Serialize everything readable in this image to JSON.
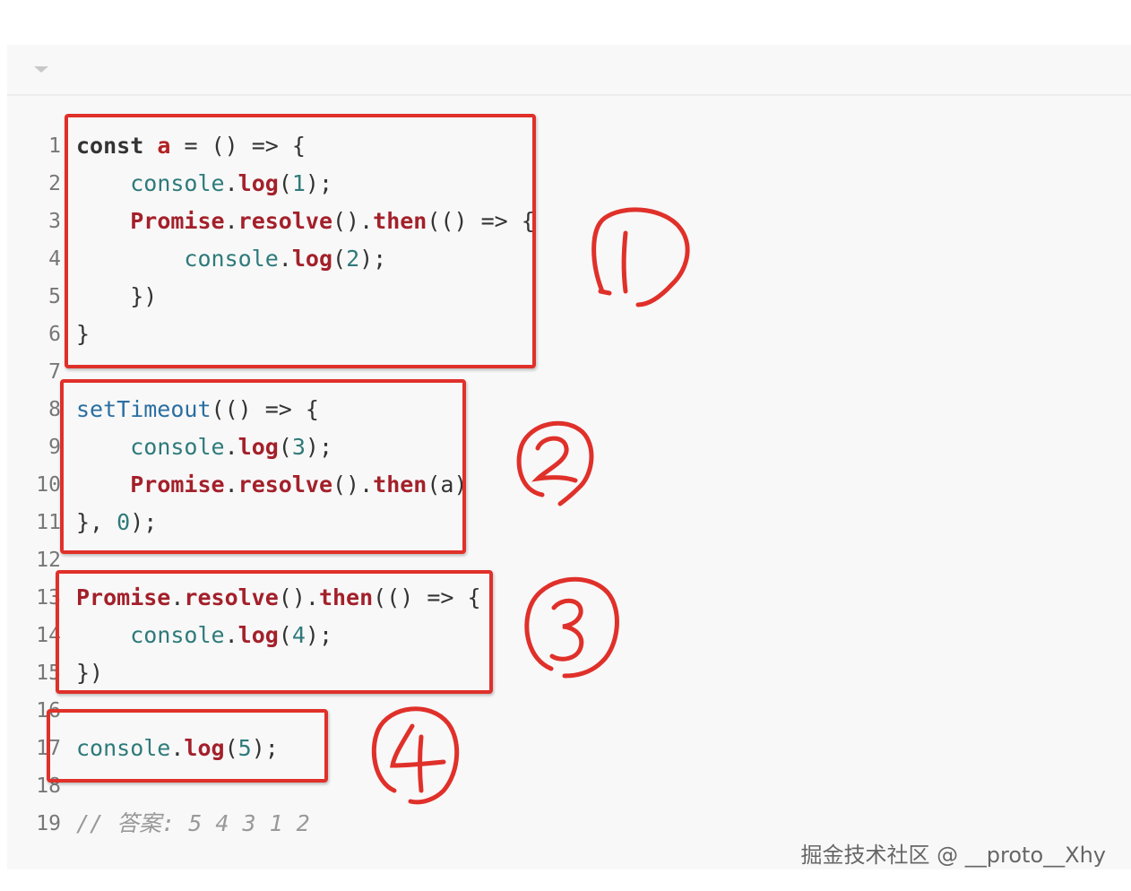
{
  "code_lines": [
    {
      "n": "1",
      "tokens": [
        {
          "t": "const",
          "c": "kw"
        },
        {
          "t": " ",
          "c": ""
        },
        {
          "t": "a",
          "c": "var"
        },
        {
          "t": " = () => {",
          "c": ""
        }
      ]
    },
    {
      "n": "2",
      "tokens": [
        {
          "t": "    ",
          "c": ""
        },
        {
          "t": "console",
          "c": "obj"
        },
        {
          "t": ".",
          "c": ""
        },
        {
          "t": "log",
          "c": "meth"
        },
        {
          "t": "(",
          "c": ""
        },
        {
          "t": "1",
          "c": "num"
        },
        {
          "t": ");",
          "c": ""
        }
      ]
    },
    {
      "n": "3",
      "tokens": [
        {
          "t": "    ",
          "c": ""
        },
        {
          "t": "Promise",
          "c": "meth"
        },
        {
          "t": ".",
          "c": ""
        },
        {
          "t": "resolve",
          "c": "meth"
        },
        {
          "t": "().",
          "c": ""
        },
        {
          "t": "then",
          "c": "meth"
        },
        {
          "t": "(() => {",
          "c": ""
        }
      ]
    },
    {
      "n": "4",
      "tokens": [
        {
          "t": "        ",
          "c": ""
        },
        {
          "t": "console",
          "c": "obj"
        },
        {
          "t": ".",
          "c": ""
        },
        {
          "t": "log",
          "c": "meth"
        },
        {
          "t": "(",
          "c": ""
        },
        {
          "t": "2",
          "c": "num"
        },
        {
          "t": ");",
          "c": ""
        }
      ]
    },
    {
      "n": "5",
      "tokens": [
        {
          "t": "    })",
          "c": ""
        }
      ]
    },
    {
      "n": "6",
      "tokens": [
        {
          "t": "}",
          "c": ""
        }
      ]
    },
    {
      "n": "7",
      "tokens": []
    },
    {
      "n": "8",
      "tokens": [
        {
          "t": "setTimeout",
          "c": "fn"
        },
        {
          "t": "(() => {",
          "c": ""
        }
      ]
    },
    {
      "n": "9",
      "tokens": [
        {
          "t": "    ",
          "c": ""
        },
        {
          "t": "console",
          "c": "obj"
        },
        {
          "t": ".",
          "c": ""
        },
        {
          "t": "log",
          "c": "meth"
        },
        {
          "t": "(",
          "c": ""
        },
        {
          "t": "3",
          "c": "num"
        },
        {
          "t": ");",
          "c": ""
        }
      ]
    },
    {
      "n": "10",
      "tokens": [
        {
          "t": "    ",
          "c": ""
        },
        {
          "t": "Promise",
          "c": "meth"
        },
        {
          "t": ".",
          "c": ""
        },
        {
          "t": "resolve",
          "c": "meth"
        },
        {
          "t": "().",
          "c": ""
        },
        {
          "t": "then",
          "c": "meth"
        },
        {
          "t": "(a)",
          "c": ""
        }
      ]
    },
    {
      "n": "11",
      "tokens": [
        {
          "t": "}, ",
          "c": ""
        },
        {
          "t": "0",
          "c": "num"
        },
        {
          "t": ");",
          "c": ""
        }
      ]
    },
    {
      "n": "12",
      "tokens": []
    },
    {
      "n": "13",
      "tokens": [
        {
          "t": "Promise",
          "c": "meth"
        },
        {
          "t": ".",
          "c": ""
        },
        {
          "t": "resolve",
          "c": "meth"
        },
        {
          "t": "().",
          "c": ""
        },
        {
          "t": "then",
          "c": "meth"
        },
        {
          "t": "(() => {",
          "c": ""
        }
      ]
    },
    {
      "n": "14",
      "tokens": [
        {
          "t": "    ",
          "c": ""
        },
        {
          "t": "console",
          "c": "obj"
        },
        {
          "t": ".",
          "c": ""
        },
        {
          "t": "log",
          "c": "meth"
        },
        {
          "t": "(",
          "c": ""
        },
        {
          "t": "4",
          "c": "num"
        },
        {
          "t": ");",
          "c": ""
        }
      ]
    },
    {
      "n": "15",
      "tokens": [
        {
          "t": "})",
          "c": ""
        }
      ]
    },
    {
      "n": "16",
      "tokens": []
    },
    {
      "n": "17",
      "tokens": [
        {
          "t": "console",
          "c": "obj"
        },
        {
          "t": ".",
          "c": ""
        },
        {
          "t": "log",
          "c": "meth"
        },
        {
          "t": "(",
          "c": ""
        },
        {
          "t": "5",
          "c": "num"
        },
        {
          "t": ");",
          "c": ""
        }
      ]
    },
    {
      "n": "18",
      "tokens": []
    },
    {
      "n": "19",
      "tokens": [
        {
          "t": "// 答案: 5 4 3 1 2",
          "c": "cmt"
        }
      ]
    }
  ],
  "annotations": {
    "mark1": "1",
    "mark2": "2",
    "mark3": "3",
    "mark4": "4",
    "color": "#e0302a"
  },
  "watermark": "掘金技术社区 @ __proto__Xhy",
  "icons": {
    "collapse": "chevron-down-icon"
  }
}
